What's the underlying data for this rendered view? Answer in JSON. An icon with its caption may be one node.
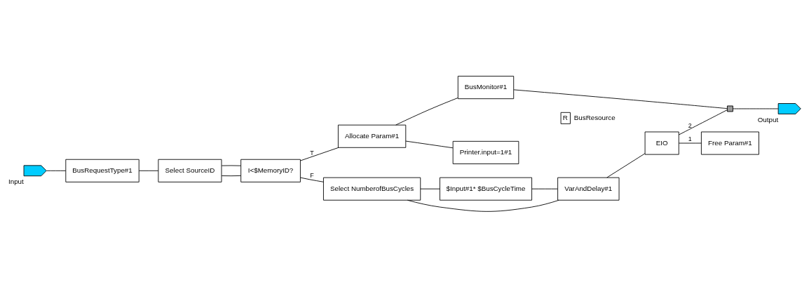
{
  "diagram": {
    "nodes": [
      {
        "text": [
          "Input"
        ]
      },
      {
        "text": [
          "BusRequestType#1"
        ]
      },
      {
        "text": [
          "Select SourceID"
        ]
      },
      {
        "text": [
          "I<$MemoryID?"
        ]
      },
      {
        "text": [
          "Allocate Param#1"
        ]
      },
      {
        "text": [
          "Printer.input=1#1"
        ]
      },
      {
        "text": [
          "Select NumberofBusCycles"
        ]
      },
      {
        "text": [
          "BusMonitor#1"
        ]
      },
      {
        "text": [
          "R"
        ],
        "beside": [
          "BusResource"
        ]
      },
      {
        "text": [
          "VarAndDelay#1"
        ]
      },
      {
        "text": [
          "$Input#1* $BusCycleTime"
        ]
      },
      {
        "text": [
          "EIO"
        ]
      },
      {
        "text": [
          "Free Param#1"
        ]
      },
      {
        "text": [],
        "shape": "box"
      },
      {
        "text": [
          "Output"
        ]
      }
    ],
    "edges": [
      {
        "from": 0,
        "to": 1,
        "arrow": "none"
      },
      {
        "from": 1,
        "to": 2,
        "arrow": "none"
      },
      {
        "from": 2,
        "to": 3,
        "arrow": "none"
      },
      {
        "from": 2,
        "to": 3,
        "arrow": "none"
      },
      {
        "from": 3,
        "to": 4,
        "arrow": "none",
        "label": "T"
      },
      {
        "from": 3,
        "to": 6,
        "arrow": "none",
        "label": "F"
      },
      {
        "from": 4,
        "to": 5,
        "arrow": "none"
      },
      {
        "from": 4,
        "to": 7,
        "arrow": "none"
      },
      {
        "from": 7,
        "to": 13,
        "arrow": "none"
      },
      {
        "from": 13,
        "to": 14,
        "arrow": "none"
      },
      {
        "from": 6,
        "to": 9,
        "arrow": "none"
      },
      {
        "from": 6,
        "to": 10,
        "arrow": "none"
      },
      {
        "from": 10,
        "to": 9,
        "arrow": "none"
      },
      {
        "from": 9,
        "to": 11,
        "arrow": "none"
      },
      {
        "from": 11,
        "to": 13,
        "arrow": "none",
        "label": "2"
      },
      {
        "from": 11,
        "to": 12,
        "arrow": "none",
        "label": "1"
      }
    ]
  }
}
